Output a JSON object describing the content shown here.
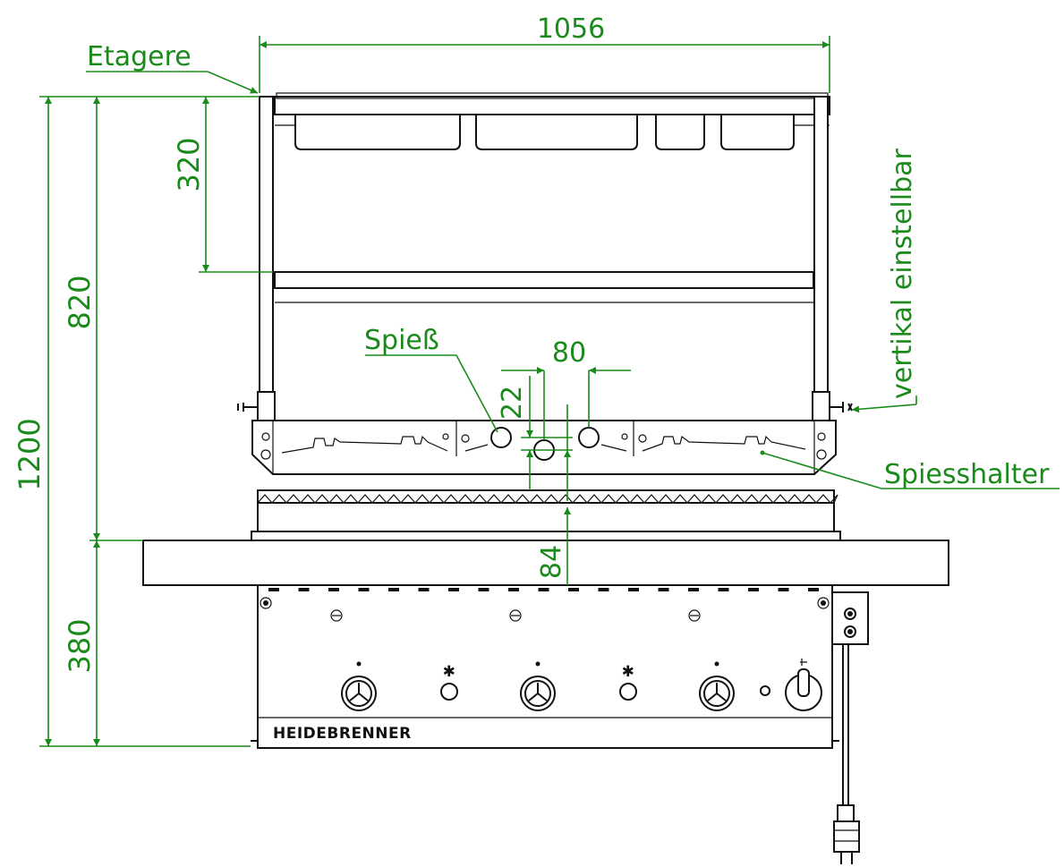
{
  "labels": {
    "etagere": "Etagere",
    "spiess": "Spieß",
    "vertikal": "vertikal einstellbar",
    "spiesshalter": "Spiesshalter",
    "brand": "HEIDEBRENNER"
  },
  "dimensions": {
    "width_total": "1056",
    "height_total": "1200",
    "height_upper": "820",
    "height_etagere": "320",
    "height_lower": "380",
    "spit_spacing": "80",
    "spit_offset": "22",
    "spit_height": "84"
  },
  "colors": {
    "dimension": "#1a8a1a",
    "outline": "#111111"
  },
  "icons": {
    "knob": "burner-control-knob-icon",
    "ignition": "ignition-button-icon",
    "gas-valve": "gas-valve-icon",
    "plug": "power-plug-icon"
  }
}
